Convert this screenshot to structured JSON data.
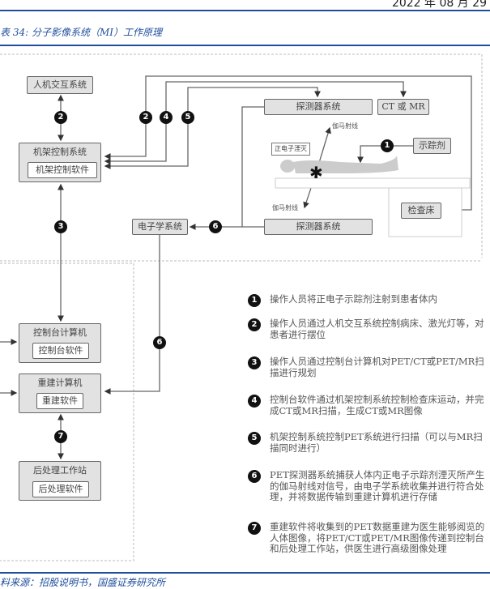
{
  "header": {
    "date": "2022 年 08 月 29",
    "caption": "表 34: 分子影像系统（MI）工作原理"
  },
  "diagram": {
    "hmi": "人机交互系统",
    "gantry": "机架控制系统",
    "gantry_sw": "机架控制软件",
    "detector_top": "探测器系统",
    "detector_bottom": "探测器系统",
    "ct_mr": "CT 或 MR",
    "electronics": "电子学系统",
    "tracer": "示踪剂",
    "annihilation": "正电子湮灭",
    "gamma_top": "伽马射线",
    "gamma_bottom": "伽马射线",
    "bed": "检查床",
    "console": "控制台计算机",
    "console_sw": "控制台软件",
    "recon": "重建计算机",
    "recon_sw": "重建软件",
    "post": "后处理工作站",
    "post_sw": "后处理软件",
    "steps": [
      "1",
      "2",
      "3",
      "4",
      "5",
      "6",
      "7"
    ]
  },
  "legend": [
    {
      "n": "1",
      "text": "操作人员将正电子示踪剂注射到患者体内"
    },
    {
      "n": "2",
      "text": "操作人员通过人机交互系统控制病床、激光灯等，对患者进行摆位"
    },
    {
      "n": "3",
      "text": "操作人员通过控制台计算机对PET/CT或PET/MR扫描进行规划"
    },
    {
      "n": "4",
      "text": "控制台软件通过机架控制系统控制检查床运动，并完成CT或MR扫描，生成CT或MR图像"
    },
    {
      "n": "5",
      "text": "机架控制系统控制PET系统进行扫描（可以与MR扫描同时进行）"
    },
    {
      "n": "6",
      "text": "PET探测器系统捕获人体内正电子示踪剂湮灭所产生的伽马射线对信号，由电子学系统收集并进行符合处理，并将数据传输到重建计算机进行存储"
    },
    {
      "n": "7",
      "text": "重建软件将收集到的PET数据重建为医生能够阅览的人体图像，将PET/CT或PET/MR图像传递到控制台和后处理工作站，供医生进行高级图像处理"
    }
  ],
  "footer": {
    "source": "料来源：招股说明书，国盛证券研究所"
  },
  "colors": {
    "accent": "#1f4e9c",
    "box": "#e2e2e2"
  }
}
